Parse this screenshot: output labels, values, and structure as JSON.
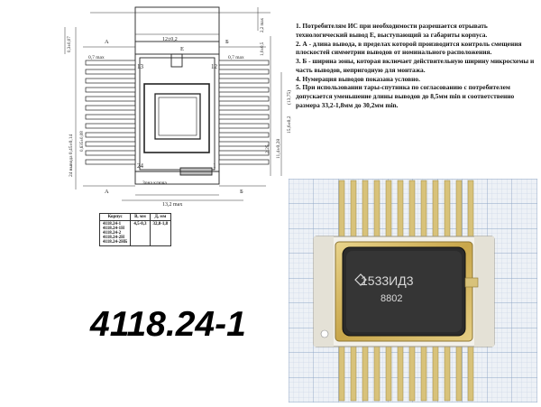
{
  "notes": [
    "1. Потребителям ИС при необходимости разрешается отрывать технологический вывод Е, выступающий за габариты корпуса.",
    "2. А - длина вывода, в пределах которой производится контроль смещения плоскостей симметрии выводов от номинального расположения.",
    "3. Б - ширина зоны, которая включает действительную ширину микросхемы и часть выводов, непригодную для монтажа.",
    "4. Нумерация выводов показана условно.",
    "5. При использовании тары-спутника по согласованию с потребителем допускается уменьшение длины выводов до 8,5мм min и соответственно размера 33,2-1,8мм до 30,2мм min."
  ],
  "drawing": {
    "dim_top_width": "12±0,2",
    "dim_bottom_width": "13,2 max",
    "dim_lead_width": "0,7 max",
    "dim_lead_width_b": "0,7 max",
    "dim_left_offset": "0,3±0,07",
    "dim_right_top": "2,2 max",
    "dim_right_top2": "1,0±0,5",
    "dim_right_h1": "2,25",
    "dim_right_h2": "11,4±0,28",
    "dim_right_h3": "15,6±0,2",
    "dim_right_h4": "(13,75)",
    "dim_left_vertical": "24 вывода 0,45±0,14",
    "dim_left_vertical2": "0,635±0,08",
    "pin_13": "13",
    "pin_12": "12",
    "pin_1": "1",
    "pin_24": "24",
    "label_a": "A",
    "label_a2": "A",
    "label_b": "Б",
    "label_b2": "Б",
    "label_e": "E",
    "key_zone": "Зона ключа"
  },
  "table": {
    "headers": [
      "Корпус",
      "В, мм",
      "Д, мм"
    ],
    "row_models": [
      "4118.24-1",
      "4118.24-1Н",
      "4118.24-2",
      "4118.24-2Н",
      "4118.24-2НБ"
    ],
    "b_value": "4,5-0,3",
    "d_value": "32,8-1,8"
  },
  "title": "4118.24-1",
  "photo": {
    "chip_marking_line1": "1533ИД3",
    "chip_marking_line2": "8802"
  }
}
